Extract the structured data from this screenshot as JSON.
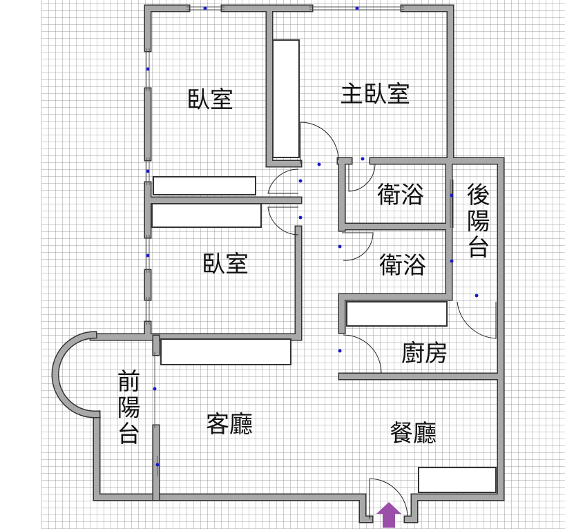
{
  "rooms": {
    "bedroom_1": "臥室",
    "master_bedroom": "主臥室",
    "bathroom_1": "衛浴",
    "rear_balcony": "後陽台",
    "bedroom_2": "臥室",
    "bathroom_2": "衛浴",
    "kitchen": "廚房",
    "front_balcony": "前陽台",
    "living_room": "客廳",
    "dining_room": "餐廳"
  },
  "colors": {
    "wall": "#a9a9a9",
    "entrance_arrow": "#9b4fa8",
    "marker": "#1a1acc"
  },
  "icons": {
    "entrance": "up-arrow-icon"
  }
}
